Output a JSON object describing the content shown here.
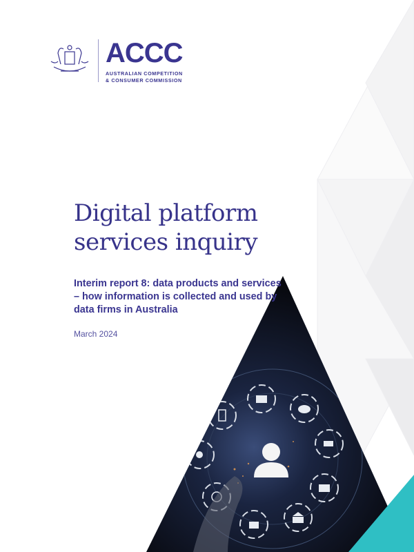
{
  "logo": {
    "acronym": "ACCC",
    "name_line1": "AUSTRALIAN COMPETITION",
    "name_line2": "& CONSUMER COMMISSION"
  },
  "title_line1": "Digital platform",
  "title_line2": "services inquiry",
  "subtitle": "Interim report 8: data products and services – how information is collected and used by data firms in Australia",
  "date": "March 2024",
  "colors": {
    "brand_purple": "#37338a",
    "teal": "#2fbfc4",
    "dark": "#0b0d14"
  },
  "cover_image_icons": [
    "mail-icon",
    "cloud-upload-icon",
    "mobile-phone-icon",
    "shopping-cart-icon",
    "phone-icon",
    "user-icon",
    "credit-card-icon",
    "globe-icon",
    "bank-icon",
    "wallet-icon"
  ]
}
